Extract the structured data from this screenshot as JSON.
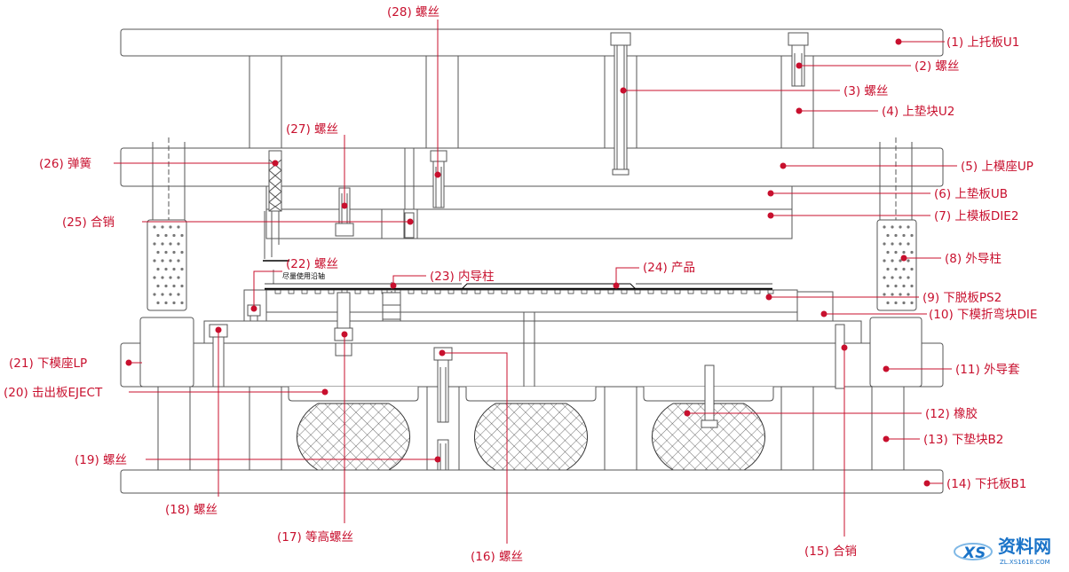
{
  "labels": {
    "l1": "(1) 上托板U1",
    "l2": "(2) 螺丝",
    "l3": "(3) 螺丝",
    "l4": "(4) 上垫块U2",
    "l5": "(5) 上模座UP",
    "l6": "(6) 上垫板UB",
    "l7": "(7) 上模板DIE2",
    "l8": "(8) 外导柱",
    "l9": "(9) 下脱板PS2",
    "l10": "(10) 下模折弯块DIE",
    "l11": "(11) 外导套",
    "l12": "(12) 橡胶",
    "l13": "(13) 下垫块B2",
    "l14": "(14) 下托板B1",
    "l15": "(15) 合销",
    "l16": "(16) 螺丝",
    "l17": "(17) 等高螺丝",
    "l18": "(18) 螺丝",
    "l19": "(19) 螺丝",
    "l20": "(20) 击出板EJECT",
    "l21": "(21) 下模座LP",
    "l22": "(22) 螺丝",
    "l23": "(23) 内导柱",
    "l24": "(24) 产品",
    "l25": "(25) 合销",
    "l26": "(26) 弹簧",
    "l27": "(27) 螺丝",
    "l28": "(28) 螺丝"
  },
  "note": "尽量使用沿轴",
  "watermark": {
    "name": "资料网",
    "url": "ZL.XS1618.COM",
    "logo": "XS"
  },
  "colors": {
    "label": "#c8102e",
    "line": "#555555",
    "watermark": "#1a73c8"
  }
}
